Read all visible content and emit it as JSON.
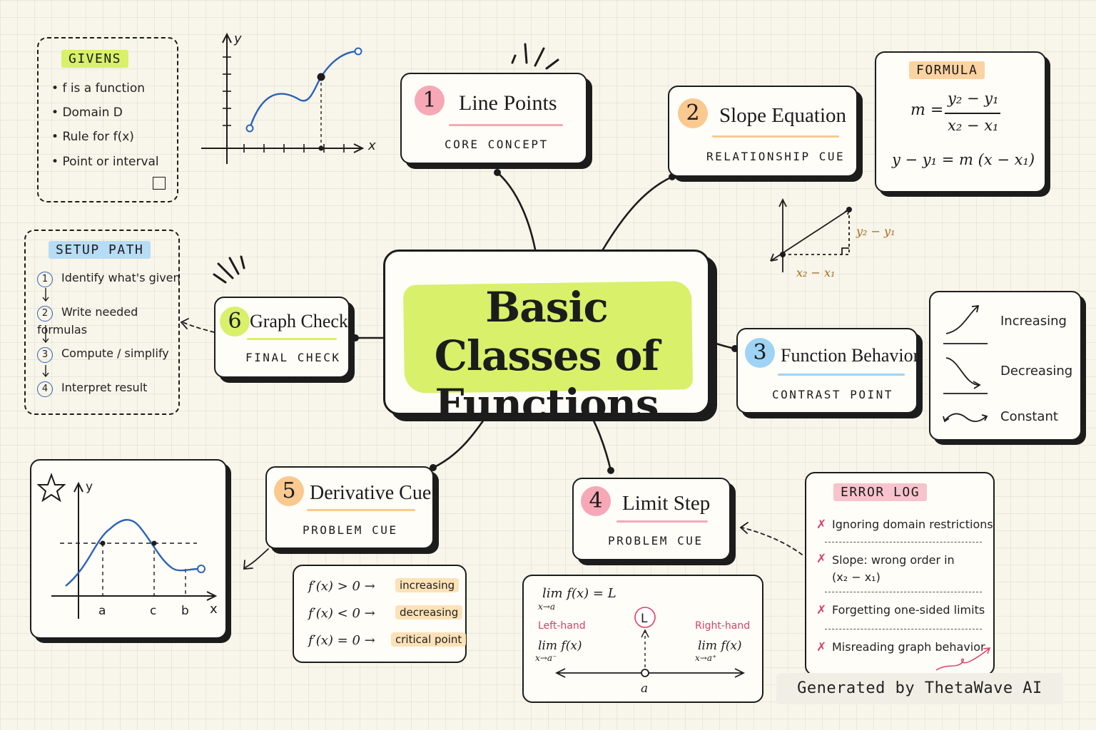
{
  "center": {
    "title": "Basic Classes of Functions"
  },
  "concepts": [
    {
      "num": "1",
      "title": "Line Points",
      "subtitle": "CORE CONCEPT",
      "accent": "#f6a8b6"
    },
    {
      "num": "2",
      "title": "Slope Equation",
      "subtitle": "RELATIONSHIP CUE",
      "accent": "#f9c98f"
    },
    {
      "num": "3",
      "title": "Function Behavior",
      "subtitle": "CONTRAST POINT",
      "accent": "#9fd3f5"
    },
    {
      "num": "4",
      "title": "Limit Step",
      "subtitle": "PROBLEM CUE",
      "accent": "#f6a8b6"
    },
    {
      "num": "5",
      "title": "Derivative Cue",
      "subtitle": "PROBLEM CUE",
      "accent": "#f9c98f"
    },
    {
      "num": "6",
      "title": "Graph Check",
      "subtitle": "FINAL CHECK",
      "accent": "#d8f06a"
    }
  ],
  "givens": {
    "tag": "GIVENS",
    "items": [
      "f is a function",
      "Domain D",
      "Rule for f(x)",
      "Point or interval"
    ]
  },
  "setup_path": {
    "tag": "SETUP PATH",
    "steps": [
      {
        "n": "1",
        "text": "Identify what's given"
      },
      {
        "n": "2",
        "text": "Write needed\nformulas"
      },
      {
        "n": "3",
        "text": "Compute / simplify"
      },
      {
        "n": "4",
        "text": "Interpret result"
      }
    ]
  },
  "graph_top": {
    "x_label": "x",
    "y_label": "y"
  },
  "formula": {
    "tag": "FORMULA",
    "slope_lhs": "m =",
    "slope_num": "y₂ − y₁",
    "slope_den": "x₂ − x₁",
    "point_slope": "y − y₁ = m (x − x₁)"
  },
  "slope_diagram": {
    "rise": "y₂ − y₁",
    "run": "x₂ − x₁"
  },
  "behavior": {
    "items": [
      "Increasing",
      "Decreasing",
      "Constant"
    ]
  },
  "error_log": {
    "tag": "ERROR LOG",
    "items": [
      "Ignoring domain restrictions",
      "Slope: wrong order in\n(x₂ − x₁)",
      "Forgetting one-sided limits",
      "Misreading graph behavior"
    ]
  },
  "derivative_rules": [
    {
      "expr": "f′(x) > 0  →",
      "result": "increasing"
    },
    {
      "expr": "f′(x) < 0  →",
      "result": "decreasing"
    },
    {
      "expr": "f′(x) = 0  →",
      "result": "critical point"
    }
  ],
  "limit": {
    "main": "lim  f(x) = L",
    "main_sub": "x→a",
    "left_label": "Left-hand",
    "right_label": "Right-hand",
    "left_expr": "lim  f(x)",
    "left_sub": "x→a⁻",
    "right_expr": "lim  f(x)",
    "right_sub": "x→a⁺",
    "L": "L",
    "a": "a"
  },
  "graph_bottom": {
    "x_label": "x",
    "y_label": "y",
    "ticks": [
      "a",
      "c",
      "b"
    ]
  },
  "watermark": "Generated by ThetaWave AI",
  "colors": {
    "ink": "#1c1c1c",
    "lime": "#d8f06a",
    "pink": "#f6a8b6",
    "peach": "#f9c98f",
    "blue": "#9fd3f5",
    "curve": "#2b62b8",
    "error": "#d9416a"
  }
}
